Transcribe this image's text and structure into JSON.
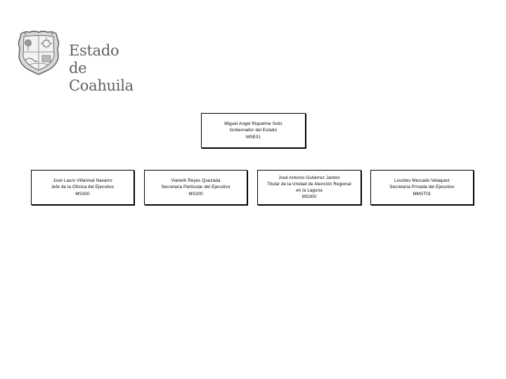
{
  "header": {
    "logo_line1": "Estado",
    "logo_line2": "de Coahuila"
  },
  "org_chart": {
    "root": {
      "name": "Miguel Angel Riquelme Solis",
      "title": "Gobernador del Estado",
      "code": "MSE01"
    },
    "children": [
      {
        "name": "José Lauro Villarreal Navarro",
        "title": "Jefe de la Oficina del Ejecutivo",
        "code": "MS300"
      },
      {
        "name": "Vianeth Reyes Quezada",
        "title": "Secretaria Particular del Ejecutivo",
        "code": "MS300"
      },
      {
        "name": "José Antonio Gutiérrez Jardón",
        "title": "Titular de la Unidad de Atención Regional",
        "title2": "en la Laguna",
        "code": "MS300"
      },
      {
        "name": "Lourdes Mercado Velaquez",
        "title": "Secretaria Privada del Ejecutivo",
        "code": "MMST01"
      }
    ]
  },
  "colors": {
    "border": "#000000",
    "logo_text": "#606060",
    "background": "#ffffff"
  }
}
